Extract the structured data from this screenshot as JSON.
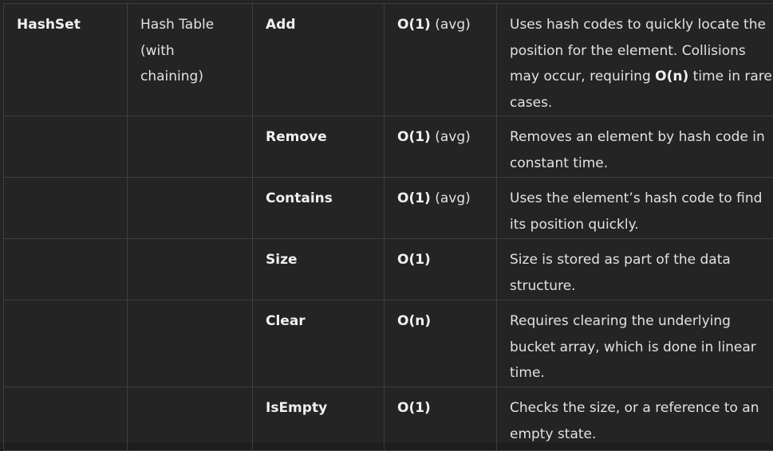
{
  "table": {
    "collection": "HashSet",
    "structure": "Hash Table (with chaining)",
    "rows": [
      {
        "operation": "Add",
        "complexity_main": "O(1)",
        "complexity_suffix": " (avg)",
        "desc_before": "Uses hash codes to quickly locate the position for the element. Collisions may occur, requiring ",
        "desc_bold": "O(n)",
        "desc_after": " time in rare cases."
      },
      {
        "operation": "Remove",
        "complexity_main": "O(1)",
        "complexity_suffix": " (avg)",
        "desc_before": "Removes an element by hash code in constant time.",
        "desc_bold": "",
        "desc_after": ""
      },
      {
        "operation": "Contains",
        "complexity_main": "O(1)",
        "complexity_suffix": " (avg)",
        "desc_before": "Uses the element’s hash code to find its position quickly.",
        "desc_bold": "",
        "desc_after": ""
      },
      {
        "operation": "Size",
        "complexity_main": "O(1)",
        "complexity_suffix": "",
        "desc_before": "Size is stored as part of the data structure.",
        "desc_bold": "",
        "desc_after": ""
      },
      {
        "operation": "Clear",
        "complexity_main": "O(n)",
        "complexity_suffix": "",
        "desc_before": "Requires clearing the underlying bucket array, which is done in linear time.",
        "desc_bold": "",
        "desc_after": ""
      },
      {
        "operation": "IsEmpty",
        "complexity_main": "O(1)",
        "complexity_suffix": "",
        "desc_before": "Checks the size, or a reference to an empty state.",
        "desc_bold": "",
        "desc_after": ""
      }
    ]
  }
}
